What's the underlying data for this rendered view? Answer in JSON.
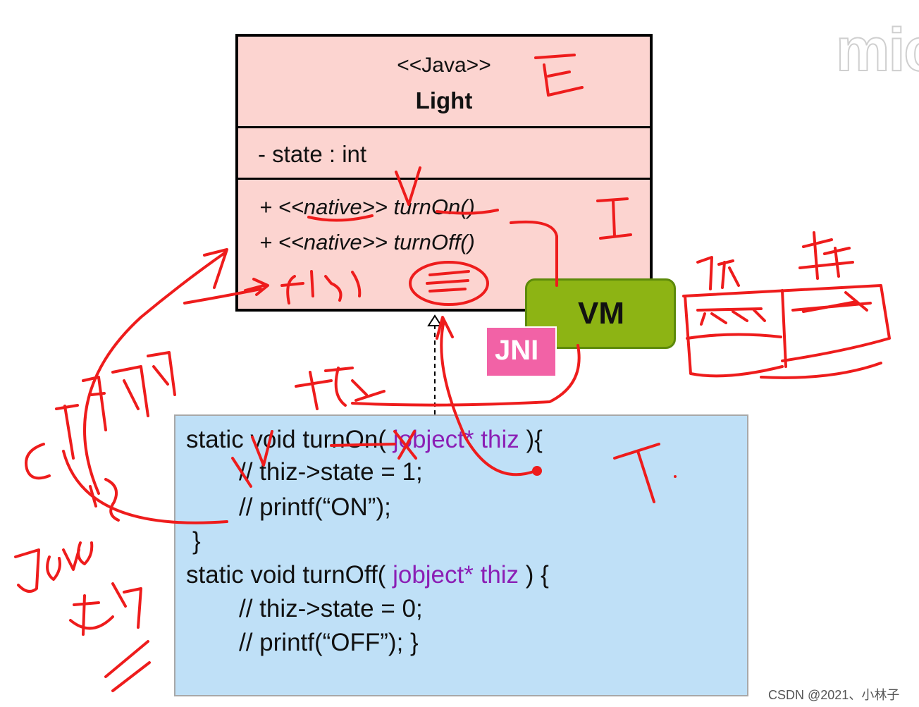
{
  "uml": {
    "stereotype": "<<Java>>",
    "class_name": "Light",
    "attribute": "- state : int",
    "operations": [
      "+ <<native>> turnOn()",
      "+ <<native>> turnOff()"
    ]
  },
  "vm": {
    "label": "VM",
    "color": "#8db414"
  },
  "jni": {
    "label": "JNI",
    "color": "#f262a6"
  },
  "code": {
    "line1_pre": "static void turnOn( ",
    "line1_param": "jobject* thiz",
    "line1_post": " ){",
    "line2": "// thiz->state = 1;",
    "line3": "// printf(“ON”);",
    "line4": "}",
    "line5_pre": "static void turnOff( ",
    "line5_param": "jobject* thiz",
    "line5_post": " ) {",
    "line6": "// thiz->state = 0;",
    "line7": "// printf(“OFF”); }"
  },
  "annotation_color": "#ee1c1c",
  "watermark": "mic",
  "credit": "CSDN @2021、小林子"
}
